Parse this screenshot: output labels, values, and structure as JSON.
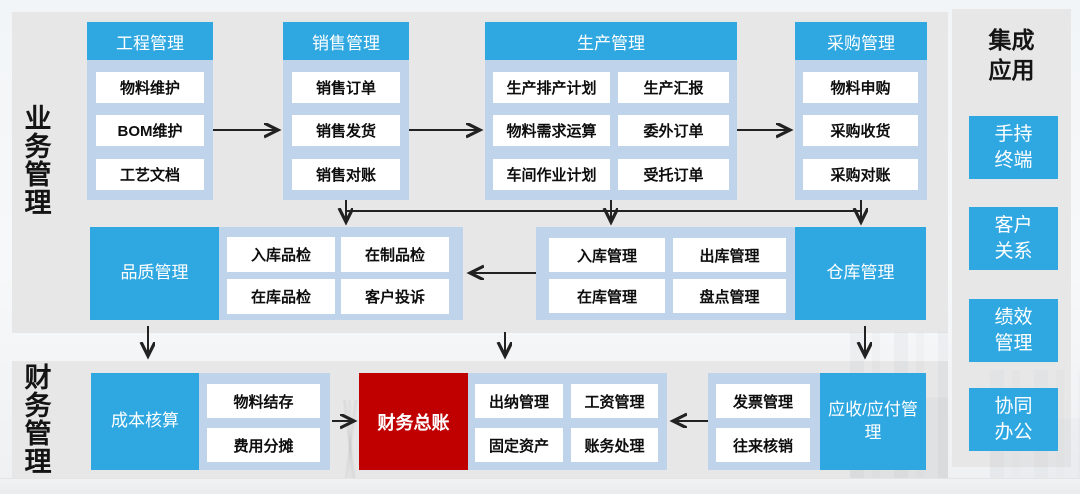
{
  "labels": {
    "business": "业务管理",
    "finance": "财务管理"
  },
  "top_groups": {
    "engineering": {
      "header": "工程管理",
      "items": [
        "物料维护",
        "BOM维护",
        "工艺文档"
      ]
    },
    "sales": {
      "header": "销售管理",
      "items": [
        "销售订单",
        "销售发货",
        "销售对账"
      ]
    },
    "production": {
      "header": "生产管理",
      "items": [
        "生产排产计划",
        "生产汇报",
        "物料需求运算",
        "委外订单",
        "车间作业计划",
        "受托订单"
      ]
    },
    "purchasing": {
      "header": "采购管理",
      "items": [
        "物料申购",
        "采购收货",
        "采购对账"
      ]
    }
  },
  "middle_groups": {
    "quality": {
      "label": "品质管理",
      "items": [
        "入库品检",
        "在制品检",
        "在库品检",
        "客户投诉"
      ]
    },
    "warehouse": {
      "label": "仓库管理",
      "items": [
        "入库管理",
        "出库管理",
        "在库管理",
        "盘点管理"
      ]
    }
  },
  "bottom_groups": {
    "cost": {
      "label": "成本核算",
      "items": [
        "物料结存",
        "费用分摊"
      ]
    },
    "ledger": {
      "label": "财务总账"
    },
    "cashier": {
      "items": [
        "出纳管理",
        "工资管理",
        "固定资产",
        "账务处理"
      ]
    },
    "invoice": {
      "items": [
        "发票管理",
        "往来核销"
      ]
    },
    "receivable": {
      "label": "应收/应付管理"
    }
  },
  "sidebar": {
    "title": "集成应用",
    "items": [
      "手持终端",
      "客户关系",
      "绩效管理",
      "协同办公"
    ]
  },
  "colors": {
    "accent_blue": "#2fa8e2",
    "light_blue": "#bfd3ea",
    "red": "#c00000",
    "panel_gray": "#e7e7e7",
    "arrow": "#222222"
  }
}
